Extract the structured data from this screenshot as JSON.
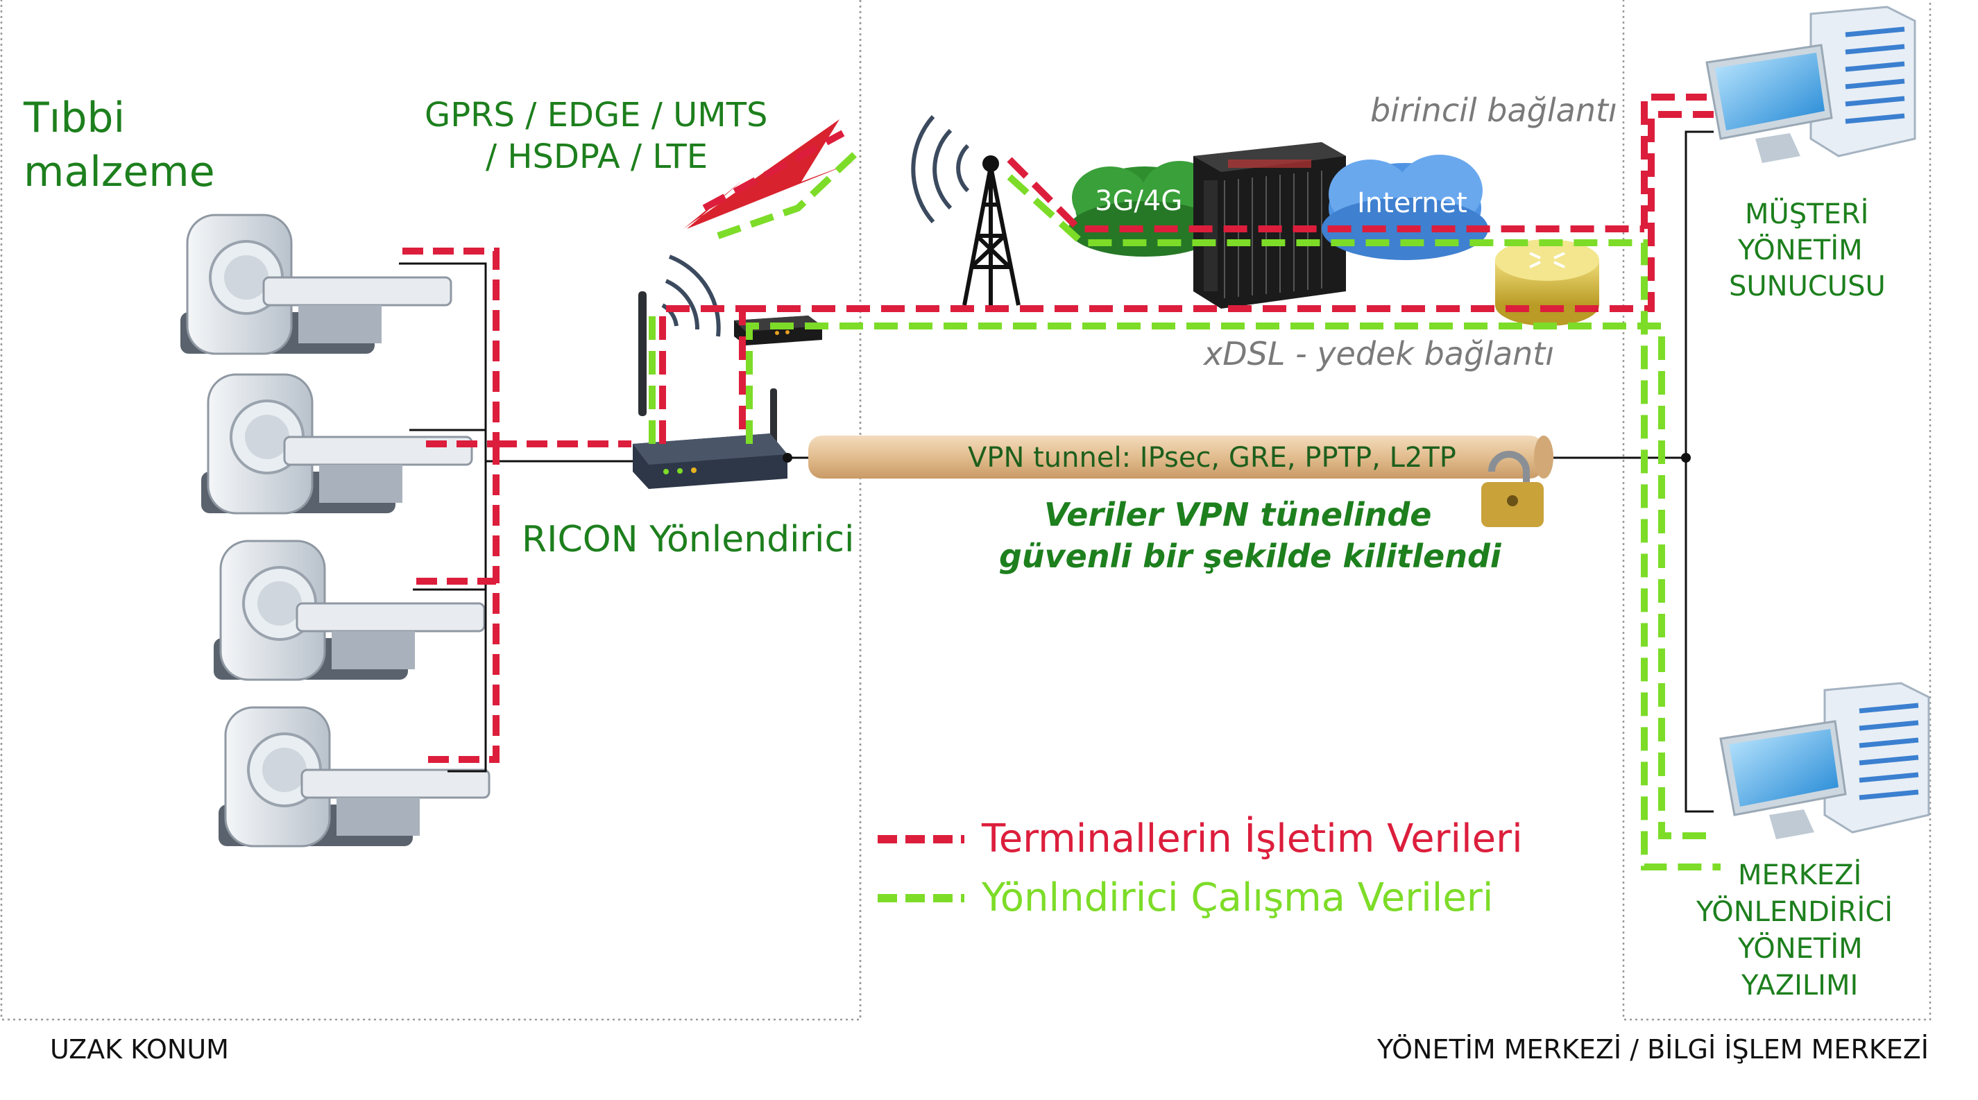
{
  "regions": {
    "remote": "UZAK KONUM",
    "center": "YÖNETİM MERKEZİ / BİLGİ İŞLEM MERKEZİ"
  },
  "medical_label": [
    "Tıbbi",
    "malzeme"
  ],
  "wireless_label": [
    "GPRS / EDGE / UMTS",
    "/ HSDPA / LTE"
  ],
  "cloud_3g": "3G/4G",
  "cloud_internet": "Internet",
  "primary_link": "birincil bağlantı",
  "backup_link": "xDSL - yedek bağlantı",
  "router_label": "RICON Yönlendirici",
  "vpn_tunnel": "VPN tunnel: IPsec, GRE, PPTP, L2TP",
  "vpn_note": [
    "Veriler VPN tünelinde",
    "güvenli bir şekilde kilitlendi"
  ],
  "customer_server": [
    "MÜŞTERİ",
    "YÖNETİM",
    "SUNUCUSU"
  ],
  "central_software": [
    "MERKEZİ",
    "YÖNLENDİRİCİ",
    "YÖNETİM",
    "YAZILIMI"
  ],
  "legend": [
    {
      "label": "Terminallerin İşletim Verileri",
      "color": "#dc1e3c"
    },
    {
      "label": "Yönlndirici Çalışma Verileri",
      "color": "#7ddc28"
    }
  ],
  "colors": {
    "label_green": "#1d7f1d",
    "terminal_red": "#dc1e3c",
    "router_green": "#7ddc28",
    "tunnel": "#e8c9a0",
    "cloud_green": "#2f8f2f",
    "cloud_blue": "#5d9fe8",
    "gray_text": "#7a7a7a"
  },
  "icons": [
    "mri-scanner-icon",
    "router-icon",
    "cell-tower-icon",
    "cloud-icon",
    "server-rack-icon",
    "core-router-icon",
    "dsl-modem-icon",
    "lightning-icon",
    "padlock-icon",
    "computer-server-icon"
  ]
}
